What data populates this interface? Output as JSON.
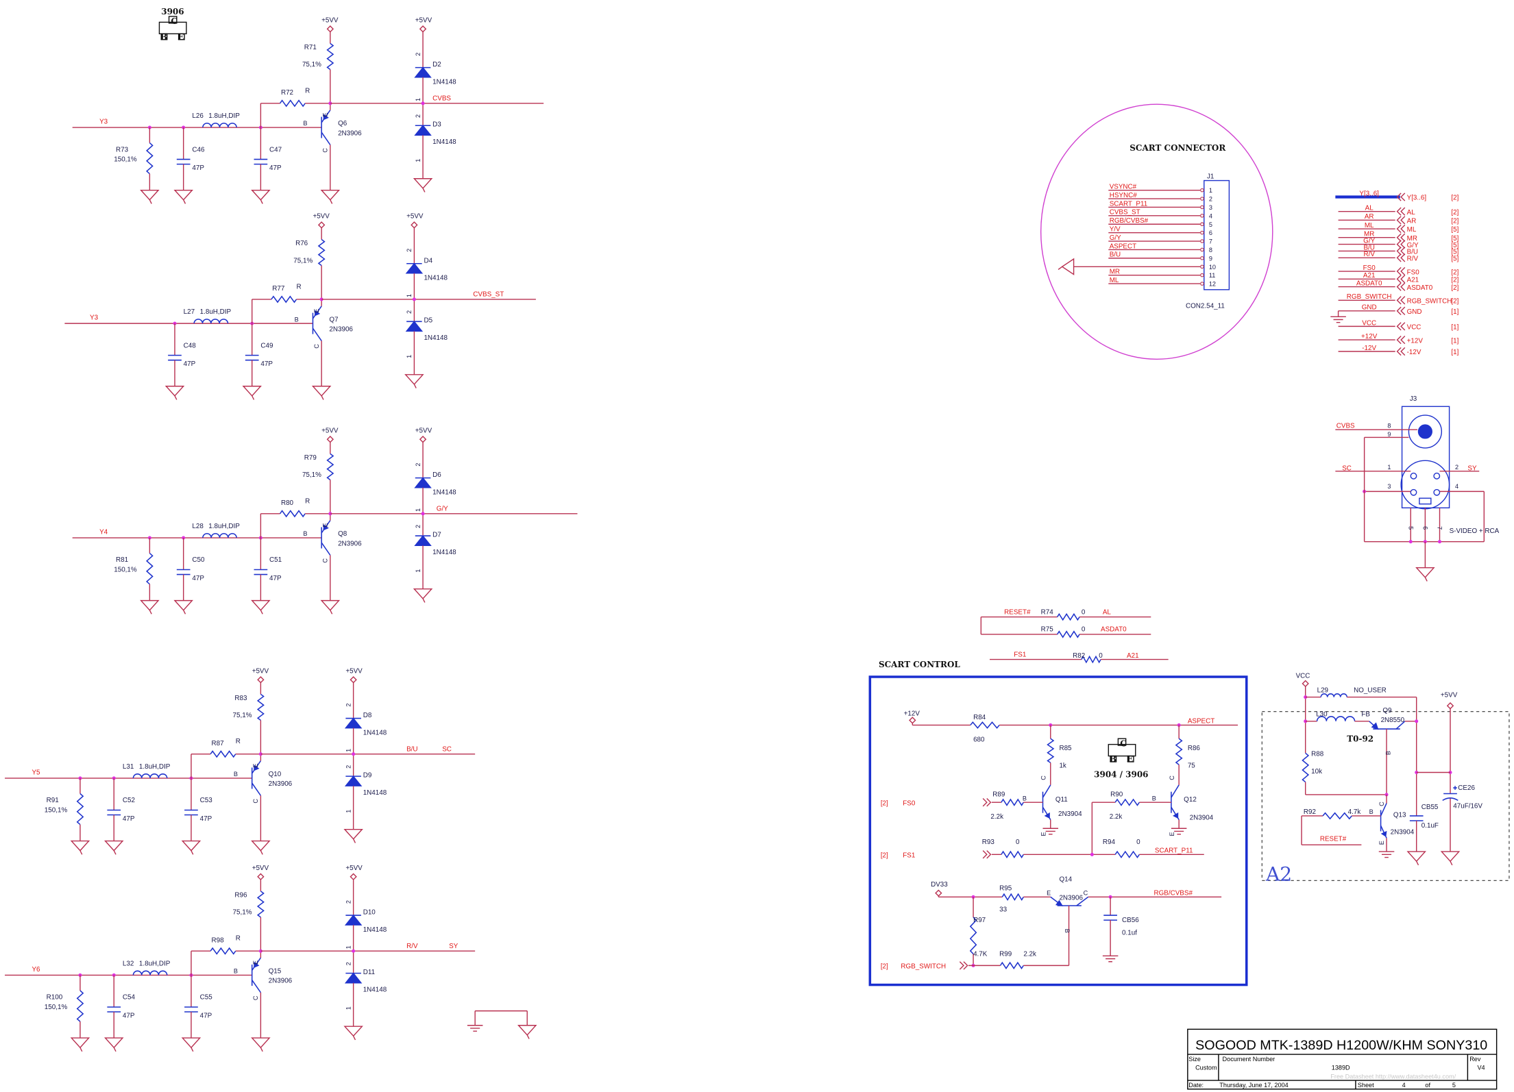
{
  "package_top": {
    "label": "3906",
    "c": "C",
    "b": "B",
    "e": "E"
  },
  "transistor_pins": {
    "b": "B",
    "e": "E",
    "c": "C"
  },
  "diode_pins": [
    "2",
    "1",
    "2",
    "1"
  ],
  "stages": [
    {
      "input_net": "Y3",
      "shunt_r": {
        "ref": "R73",
        "value": "150,1%"
      },
      "c1": {
        "ref": "C46",
        "value": "47P"
      },
      "inductor": {
        "ref": "L26",
        "value": "1.8uH,DIP"
      },
      "c2": {
        "ref": "C47",
        "value": "47P"
      },
      "series_r": {
        "ref": "R72",
        "value": "R"
      },
      "transistor": {
        "ref": "Q6",
        "part": "2N3906"
      },
      "pull_r": {
        "ref": "R71",
        "value": "75,1%"
      },
      "supply": "+5VV",
      "d_top": {
        "ref": "D2",
        "part": "1N4148"
      },
      "d_bot": {
        "ref": "D3",
        "part": "1N4148"
      },
      "outputs": [
        "CVBS"
      ]
    },
    {
      "input_net": "Y3",
      "shunt_r": null,
      "c1": {
        "ref": "C48",
        "value": "47P"
      },
      "inductor": {
        "ref": "L27",
        "value": "1.8uH,DIP"
      },
      "c2": {
        "ref": "C49",
        "value": "47P"
      },
      "series_r": {
        "ref": "R77",
        "value": "R"
      },
      "transistor": {
        "ref": "Q7",
        "part": "2N3906"
      },
      "pull_r": {
        "ref": "R76",
        "value": "75,1%"
      },
      "supply": "+5VV",
      "d_top": {
        "ref": "D4",
        "part": "1N4148"
      },
      "d_bot": {
        "ref": "D5",
        "part": "1N4148"
      },
      "outputs": [
        "CVBS_ST"
      ]
    },
    {
      "input_net": "Y4",
      "shunt_r": {
        "ref": "R81",
        "value": "150,1%"
      },
      "c1": {
        "ref": "C50",
        "value": "47P"
      },
      "inductor": {
        "ref": "L28",
        "value": "1.8uH,DIP"
      },
      "c2": {
        "ref": "C51",
        "value": "47P"
      },
      "series_r": {
        "ref": "R80",
        "value": "R"
      },
      "transistor": {
        "ref": "Q8",
        "part": "2N3906"
      },
      "pull_r": {
        "ref": "R79",
        "value": "75,1%"
      },
      "supply": "+5VV",
      "d_top": {
        "ref": "D6",
        "part": "1N4148"
      },
      "d_bot": {
        "ref": "D7",
        "part": "1N4148"
      },
      "outputs": [
        "G/Y"
      ]
    },
    {
      "input_net": "Y5",
      "shunt_r": {
        "ref": "R91",
        "value": "150,1%"
      },
      "c1": {
        "ref": "C52",
        "value": "47P"
      },
      "inductor": {
        "ref": "L31",
        "value": "1.8uH,DIP"
      },
      "c2": {
        "ref": "C53",
        "value": "47P"
      },
      "series_r": {
        "ref": "R87",
        "value": "R"
      },
      "transistor": {
        "ref": "Q10",
        "part": "2N3906"
      },
      "pull_r": {
        "ref": "R83",
        "value": "75,1%"
      },
      "supply": "+5VV",
      "d_top": {
        "ref": "D8",
        "part": "1N4148"
      },
      "d_bot": {
        "ref": "D9",
        "part": "1N4148"
      },
      "outputs": [
        "B/U",
        "SC"
      ]
    },
    {
      "input_net": "Y6",
      "shunt_r": {
        "ref": "R100",
        "value": "150,1%"
      },
      "c1": {
        "ref": "C54",
        "value": "47P"
      },
      "inductor": {
        "ref": "L32",
        "value": "1.8uH,DIP"
      },
      "c2": {
        "ref": "C55",
        "value": "47P"
      },
      "series_r": {
        "ref": "R98",
        "value": "R"
      },
      "transistor": {
        "ref": "Q15",
        "part": "2N3906"
      },
      "pull_r": {
        "ref": "R96",
        "value": "75,1%"
      },
      "supply": "+5VV",
      "d_top": {
        "ref": "D10",
        "part": "1N4148"
      },
      "d_bot": {
        "ref": "D11",
        "part": "1N4148"
      },
      "outputs": [
        "R/V",
        "SY"
      ]
    }
  ],
  "scart_connector": {
    "title": "SCART CONNECTOR",
    "ref": "J1",
    "footprint": "CON2.54_11",
    "pins": [
      {
        "num": "1",
        "net": "VSYNC#"
      },
      {
        "num": "2",
        "net": "HSYNC#"
      },
      {
        "num": "3",
        "net": "SCART_P11"
      },
      {
        "num": "4",
        "net": "CVBS_ST"
      },
      {
        "num": "5",
        "net": "RGB/CVBS#"
      },
      {
        "num": "6",
        "net": "Y/V"
      },
      {
        "num": "7",
        "net": "G/Y"
      },
      {
        "num": "8",
        "net": "ASPECT"
      },
      {
        "num": "9",
        "net": "B/U"
      },
      {
        "num": "10",
        "net": null
      },
      {
        "num": "11",
        "net": "MR"
      },
      {
        "num": "12",
        "net": "ML"
      }
    ]
  },
  "ports": [
    {
      "label": "Y[3..6]",
      "port": "Y[3..6]",
      "sheet": "[2]"
    },
    {
      "label": "AL",
      "port": "AL",
      "sheet": "[2]"
    },
    {
      "label": "AR",
      "port": "AR",
      "sheet": "[2]"
    },
    {
      "label": "ML",
      "port": "ML",
      "sheet": "[5]"
    },
    {
      "label": "MR",
      "port": "MR",
      "sheet": "[5]"
    },
    {
      "label": "G/Y",
      "port": "G/Y",
      "sheet": "[5]"
    },
    {
      "label": "B/U",
      "port": "B/U",
      "sheet": "[5]"
    },
    {
      "label": "R/V",
      "port": "R/V",
      "sheet": "[5]"
    },
    {
      "label": "FS0",
      "port": "FS0",
      "sheet": "[2]"
    },
    {
      "label": "A21",
      "port": "A21",
      "sheet": "[2]"
    },
    {
      "label": "ASDAT0",
      "port": "ASDAT0",
      "sheet": "[2]"
    },
    {
      "label": "RGB_SWITCH",
      "port": "RGB_SWITCH",
      "sheet": "[2]"
    },
    {
      "label": "GND",
      "port": "GND",
      "sheet": "[1]"
    },
    {
      "label": "VCC",
      "port": "VCC",
      "sheet": "[1]"
    },
    {
      "label": "+12V",
      "port": "+12V",
      "sheet": "[1]"
    },
    {
      "label": "-12V",
      "port": "-12V",
      "sheet": "[1]"
    }
  ],
  "j3": {
    "ref": "J3",
    "caption": "S-VIDEO + RCA",
    "pins": [
      "1",
      "2",
      "3",
      "4",
      "5",
      "6",
      "7",
      "8",
      "9"
    ],
    "nets": {
      "cvbs": "CVBS",
      "sc": "SC",
      "sy": "SY"
    }
  },
  "links": {
    "r74": {
      "ref": "R74",
      "value": "0",
      "from": "RESET#",
      "to": "AL"
    },
    "r75": {
      "ref": "R75",
      "value": "0",
      "to": "ASDAT0"
    },
    "r82": {
      "ref": "R82",
      "value": "0",
      "from": "FS1",
      "to": "A21"
    }
  },
  "scart_control": {
    "title": "SCART CONTROL",
    "package_label": "3904 / 3906",
    "package_pins": {
      "c": "C",
      "b": "B",
      "e": "E"
    },
    "nets": {
      "p12v": "+12V",
      "aspect": "ASPECT",
      "fs0": "FS0",
      "fs1": "FS1",
      "scart_p11": "SCART_P11",
      "dv33": "DV33",
      "rgb_cvbs": "RGB/CVBS#",
      "rgb_switch": "RGB_SWITCH",
      "sheet": "[2]"
    },
    "r84": {
      "ref": "R84",
      "value": "680"
    },
    "r85": {
      "ref": "R85",
      "value": "1k"
    },
    "r86": {
      "ref": "R86",
      "value": "75"
    },
    "r89": {
      "ref": "R89",
      "value": "2.2k"
    },
    "r90": {
      "ref": "R90",
      "value": "2.2k"
    },
    "r93": {
      "ref": "R93",
      "value": "0"
    },
    "r94": {
      "ref": "R94",
      "value": "0"
    },
    "r95": {
      "ref": "R95",
      "value": "33"
    },
    "r97": {
      "ref": "R97",
      "value": "4.7K"
    },
    "r99": {
      "ref": "R99",
      "value": "2.2k"
    },
    "q11": {
      "ref": "Q11",
      "part": "2N3904"
    },
    "q12": {
      "ref": "Q12",
      "part": "2N3904"
    },
    "q14": {
      "ref": "Q14",
      "part": "2N3906"
    },
    "cb56": {
      "ref": "CB56",
      "value": "0.1uf"
    }
  },
  "a2": {
    "label": "A2",
    "vcc": "VCC",
    "supply": "+5VV",
    "package": "T0-92",
    "l29": {
      "ref": "L29",
      "value": "NO_USER"
    },
    "l30": {
      "ref": "L30",
      "value": "FB"
    },
    "q9": {
      "ref": "Q9",
      "part": "2N8550"
    },
    "r88": {
      "ref": "R88",
      "value": "10k"
    },
    "r92": {
      "ref": "R92",
      "value": "4.7k"
    },
    "reset": "RESET#",
    "q13": {
      "ref": "Q13",
      "part": "2N3904"
    },
    "cb55": {
      "ref": "CB55",
      "value": "0.1uF"
    },
    "ce26": {
      "ref": "CE26",
      "value": "47uF/16V"
    }
  },
  "title_block": {
    "title": "SOGOOD  MTK-1389D H1200W/KHM SONY310",
    "size_label": "Size",
    "size": "Custom",
    "doc_label": "Document Number",
    "doc": "1389D",
    "rev_label": "Rev",
    "rev": "V4",
    "date_label": "Date:",
    "date": "Thursday, June 17, 2004",
    "sheet_label": "Sheet",
    "sheet": "4",
    "of_label": "of",
    "sheets": "5",
    "watermark": "Free Datasheet http://www.datasheet4u.com/"
  },
  "colors": {
    "wire": "#b83050",
    "component": "#1f33cc",
    "net_label": "#e01818",
    "junction": "#e030e0",
    "scart_circle": "#d040d0",
    "control_box": "#1a2fd0"
  }
}
